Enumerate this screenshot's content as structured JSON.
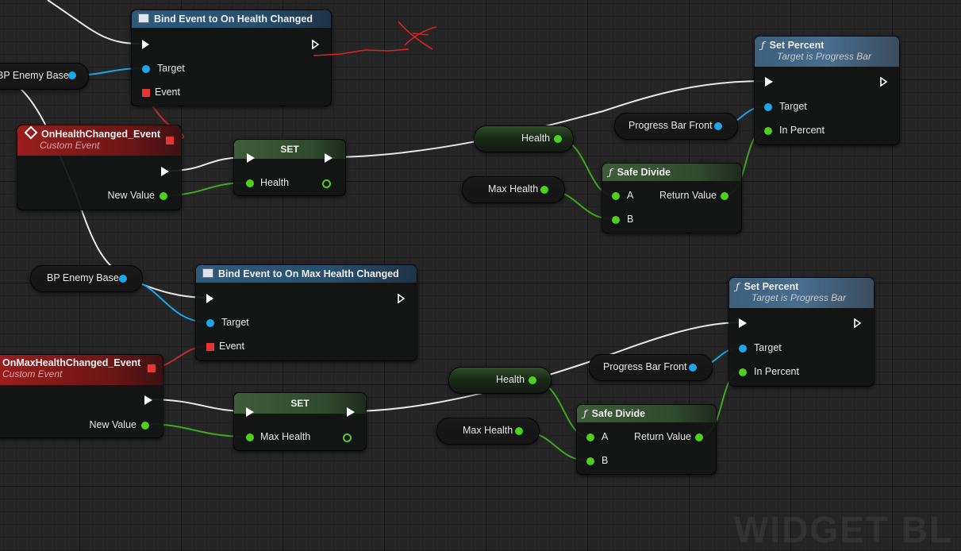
{
  "watermark": "WIDGET BL",
  "nodes": {
    "bind1": {
      "title": "Bind Event to On Health Changed",
      "pin_target": "Target",
      "pin_event": "Event"
    },
    "bind2": {
      "title": "Bind Event to On Max Health Changed",
      "pin_target": "Target",
      "pin_event": "Event"
    },
    "event1": {
      "title": "OnHealthChanged_Event",
      "subtitle": "Custom Event",
      "pin_new_value": "New Value"
    },
    "event2": {
      "title": "OnMaxHealthChanged_Event",
      "subtitle": "Custom Event",
      "pin_new_value": "New Value"
    },
    "set1": {
      "title": "SET",
      "pin": "Health"
    },
    "set2": {
      "title": "SET",
      "pin": "Max Health"
    },
    "setpct1": {
      "title": "Set Percent",
      "subtitle": "Target is Progress Bar",
      "pin_target": "Target",
      "pin_in_percent": "In Percent"
    },
    "setpct2": {
      "title": "Set Percent",
      "subtitle": "Target is Progress Bar",
      "pin_target": "Target",
      "pin_in_percent": "In Percent"
    },
    "safe1": {
      "title": "Safe Divide",
      "pin_a": "A",
      "pin_b": "B",
      "pin_return": "Return Value"
    },
    "safe2": {
      "title": "Safe Divide",
      "pin_a": "A",
      "pin_b": "B",
      "pin_return": "Return Value"
    }
  },
  "vars": {
    "bp_enemy_base_1": "BP Enemy Base",
    "bp_enemy_base_2": "BP Enemy Base",
    "health_1": "Health",
    "health_2": "Health",
    "max_health_1": "Max Health",
    "max_health_2": "Max Health",
    "progress_bar_1": "Progress Bar Front",
    "progress_bar_2": "Progress Bar Front"
  },
  "colors": {
    "exec": "#ffffff",
    "object_pin": "#1fa5ea",
    "float_pin": "#4bd11e",
    "delegate_pin": "#e63535",
    "annotation": "#e02020"
  },
  "icons": {
    "function": "function-icon",
    "bind": "blueprint-node-icon",
    "event": "event-diamond-icon"
  }
}
